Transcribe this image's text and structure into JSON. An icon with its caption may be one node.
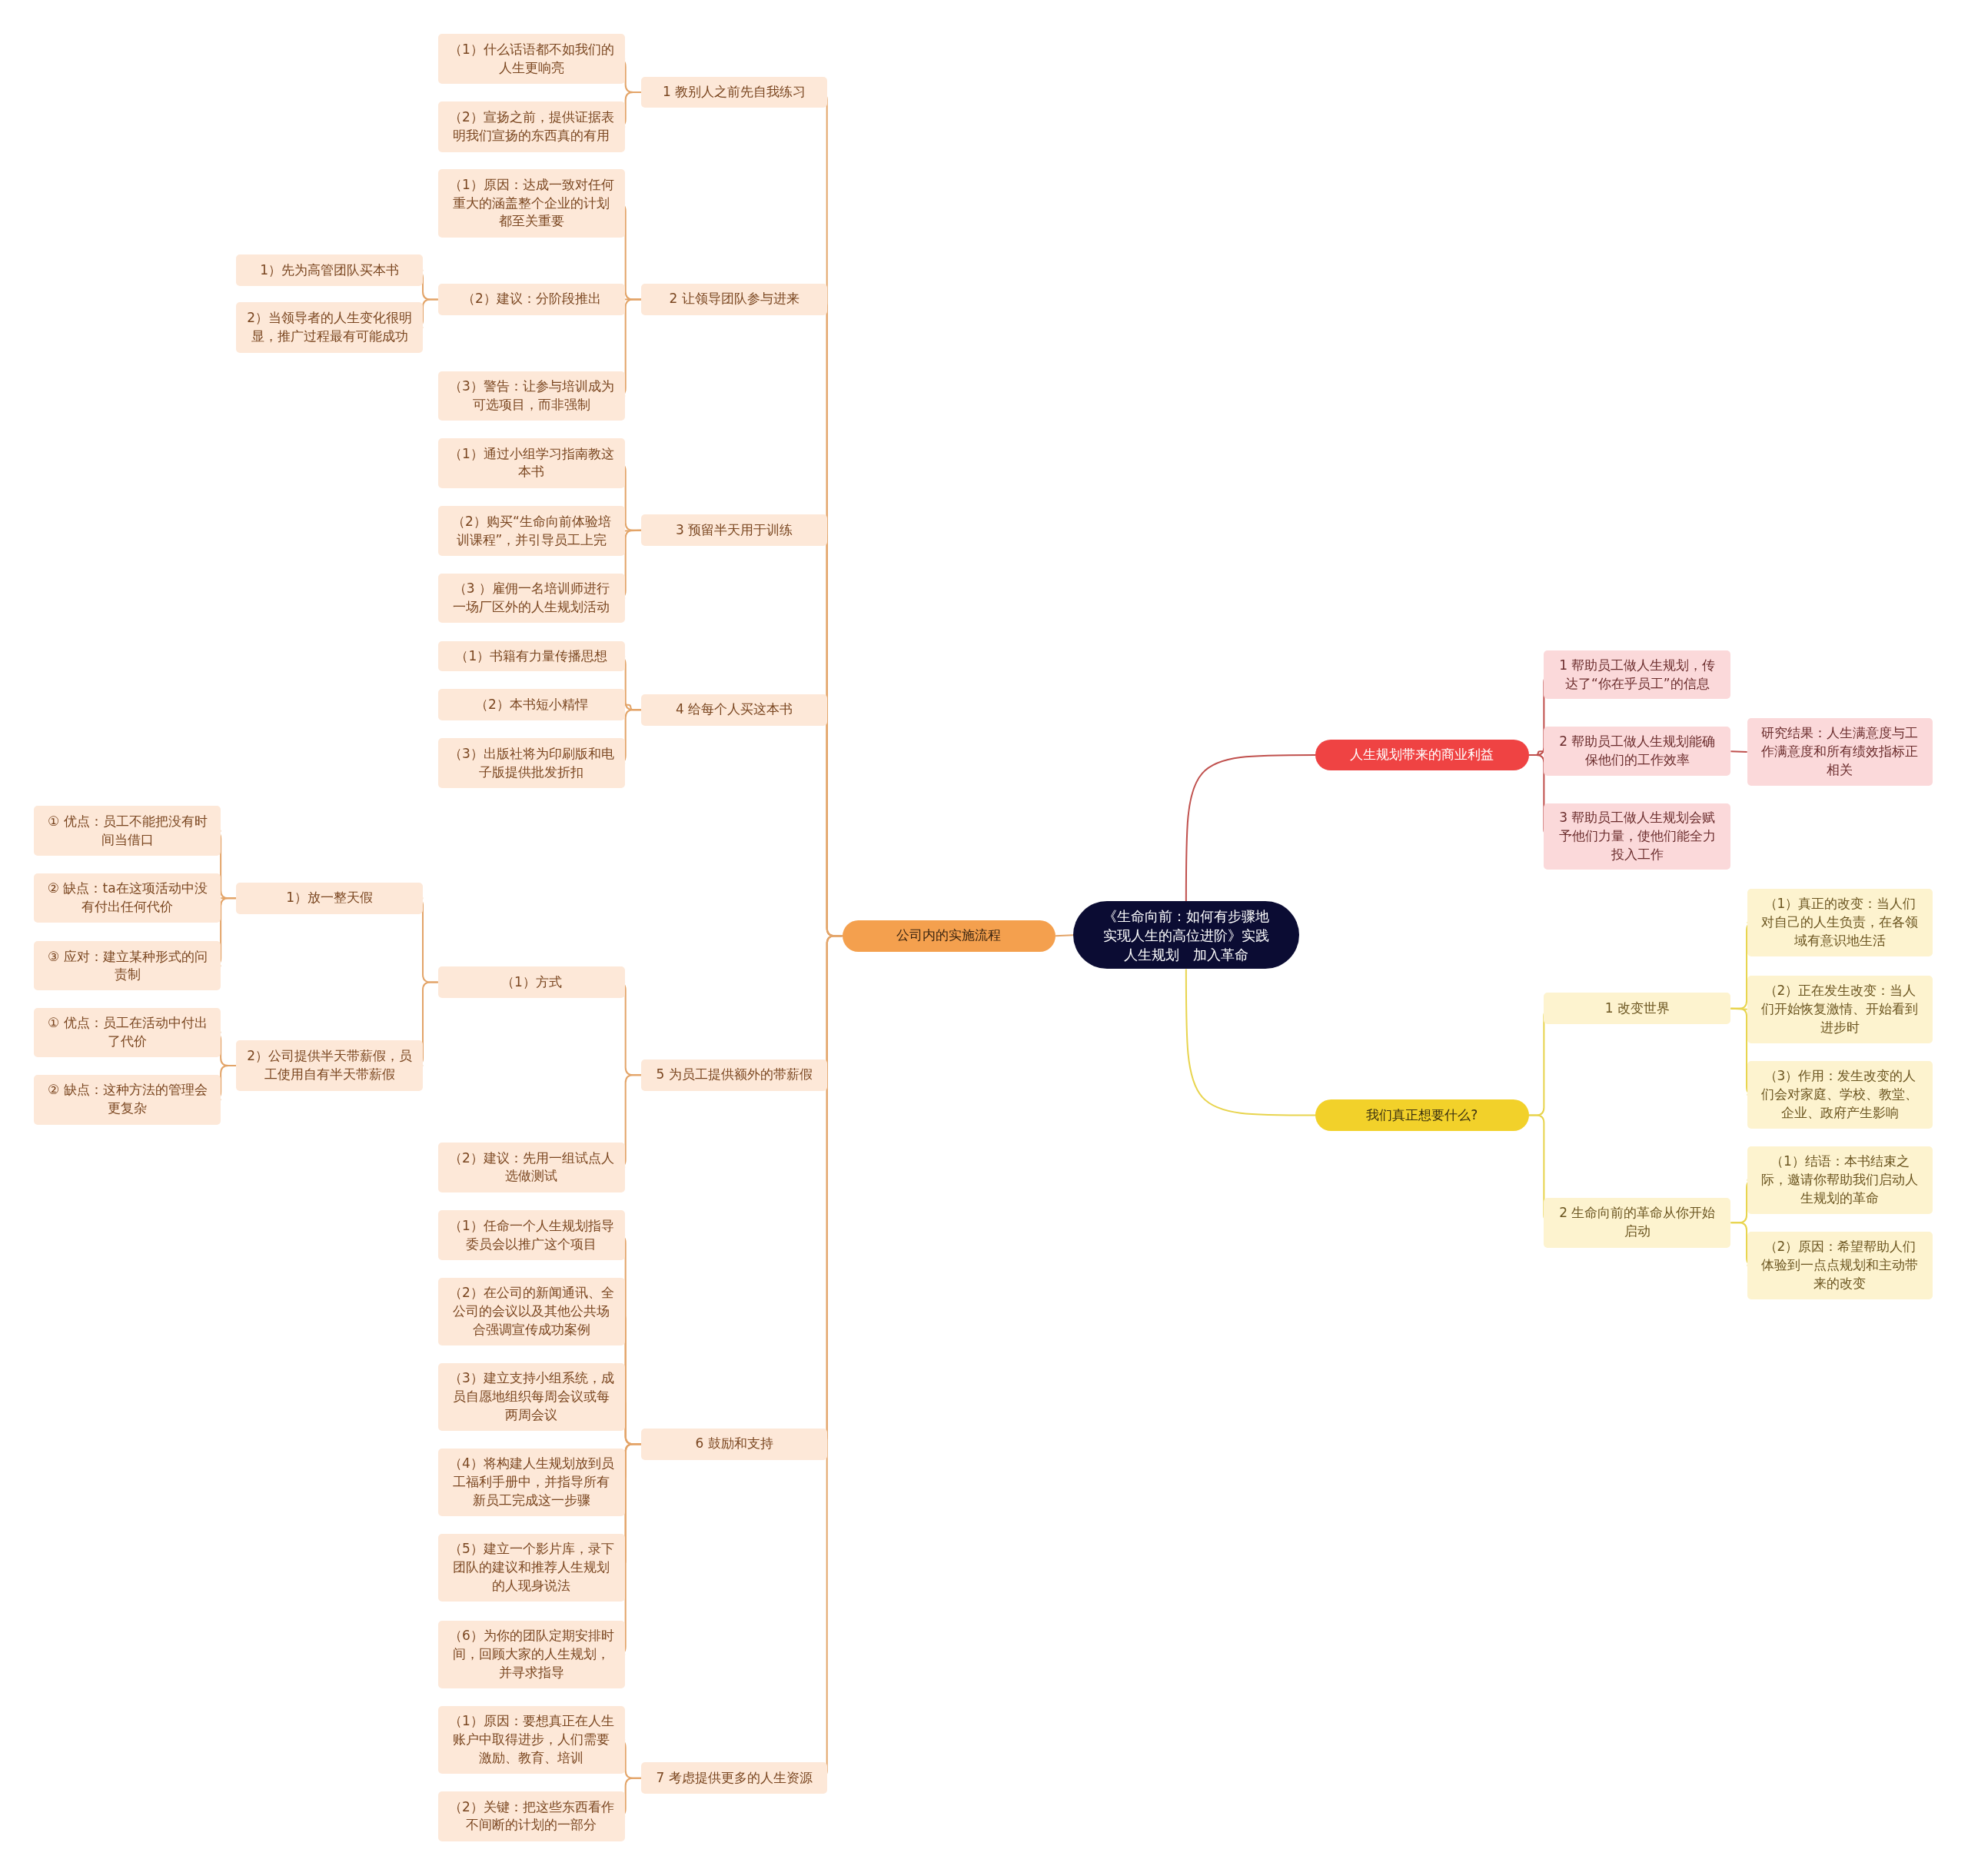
{
  "diagram": {
    "nodes": [
      {
        "text": [
          "《生命向前：如何有步骤地实现人生的高位进阶》实践人生规划　加入革命"
        ]
      },
      {
        "text": [
          "公司内的实施流程"
        ]
      },
      {
        "text": [
          "人生规划带来的商业利益"
        ]
      },
      {
        "text": [
          "我们真正想要什么?"
        ]
      },
      {
        "text": [
          "1 教别人之前先自我练习"
        ]
      },
      {
        "text": [
          "（1）什么话语都不如我们的人生更响亮"
        ]
      },
      {
        "text": [
          "（2）宣扬之前，提供证据表明我们宣扬的东西真的有用"
        ]
      },
      {
        "text": [
          "2 让领导团队参与进来"
        ]
      },
      {
        "text": [
          "（1）原因：达成一致对任何重大的涵盖整个企业的计划都至关重要"
        ]
      },
      {
        "text": [
          "（2）建议：分阶段推出"
        ]
      },
      {
        "text": [
          "1）先为高管团队买本书"
        ]
      },
      {
        "text": [
          "2）当领导者的人生变化很明显，推广过程最有可能成功"
        ]
      },
      {
        "text": [
          "（3）警告：让参与培训成为可选项目，而非强制"
        ]
      },
      {
        "text": [
          "3 预留半天用于训练"
        ]
      },
      {
        "text": [
          "（1）通过小组学习指南教这本书"
        ]
      },
      {
        "text": [
          "（2）购买“生命向前体验培训课程”，并引导员工上完"
        ]
      },
      {
        "text": [
          "（3 ）雇佣一名培训师进行一场厂区外的人生规划活动"
        ]
      },
      {
        "text": [
          "4 给每个人买这本书"
        ]
      },
      {
        "text": [
          "（1）书籍有力量传播思想"
        ]
      },
      {
        "text": [
          "（2）本书短小精悍"
        ]
      },
      {
        "text": [
          "（3）出版社将为印刷版和电子版提供批发折扣"
        ]
      },
      {
        "text": [
          "5 为员工提供额外的带薪假"
        ]
      },
      {
        "text": [
          "（1）方式"
        ]
      },
      {
        "text": [
          "1）放一整天假"
        ]
      },
      {
        "text": [
          "① 优点：员工不能把没有时间当借口"
        ]
      },
      {
        "text": [
          "② 缺点：ta在这项活动中没有付出任何代价"
        ]
      },
      {
        "text": [
          "③ 应对：建立某种形式的问责制"
        ]
      },
      {
        "text": [
          "2）公司提供半天带薪假，员工使用自有半天带薪假"
        ]
      },
      {
        "text": [
          "① 优点：员工在活动中付出了代价"
        ]
      },
      {
        "text": [
          "② 缺点：这种方法的管理会更复杂"
        ]
      },
      {
        "text": [
          "（2）建议：先用一组试点人选做测试"
        ]
      },
      {
        "text": [
          "6 鼓励和支持"
        ]
      },
      {
        "text": [
          "（1）任命一个人生规划指导委员会以推广这个项目"
        ]
      },
      {
        "text": [
          "（2）在公司的新闻通讯、全公司的会议以及其他公共场合强调宣传成功案例"
        ]
      },
      {
        "text": [
          "（3）建立支持小组系统，成员自愿地组织每周会议或每两周会议"
        ]
      },
      {
        "text": [
          "（4）将构建人生规划放到员工福利手册中，并指导所有新员工完成这一步骤"
        ]
      },
      {
        "text": [
          "（5）建立一个影片库，录下团队的建议和推荐人生规划的人现身说法"
        ]
      },
      {
        "text": [
          "（6）为你的团队定期安排时间，回顾大家的人生规划，并寻求指导"
        ]
      },
      {
        "text": [
          "7 考虑提供更多的人生资源"
        ]
      },
      {
        "text": [
          "（1）原因：要想真正在人生账户中取得进步，人们需要激励、教育、培训"
        ]
      },
      {
        "text": [
          "（2）关键：把这些东西看作不间断的计划的一部分"
        ]
      },
      {
        "text": [
          "1 帮助员工做人生规划，传达了“你在乎员工”的信息"
        ]
      },
      {
        "text": [
          "2 帮助员工做人生规划能确保他们的工作效率"
        ]
      },
      {
        "text": [
          "研究结果：人生满意度与工作满意度和所有绩效指标正相关"
        ]
      },
      {
        "text": [
          "3 帮助员工做人生规划会赋予他们力量，使他们能全力投入工作"
        ]
      },
      {
        "text": [
          "1 改变世界"
        ]
      },
      {
        "text": [
          "（1）真正的改变：当人们对自己的人生负责，在各领域有意识地生活"
        ]
      },
      {
        "text": [
          "（2）正在发生改变：当人们开始恢复激情、开始看到进步时"
        ]
      },
      {
        "text": [
          "（3）作用：发生改变的人们会对家庭、学校、教堂、企业、政府产生影响"
        ]
      },
      {
        "text": [
          "2 生命向前的革命从你开始启动"
        ]
      },
      {
        "text": [
          "（1）结语：本书结束之际，邀请你帮助我们启动人生规划的革命"
        ]
      },
      {
        "text": [
          "（2）原因：希望帮助人们体验到一点点规划和主动带来的改变"
        ]
      }
    ],
    "edges": [
      {
        "from": 0,
        "to": 1,
        "arrow": "none"
      },
      {
        "from": 0,
        "to": 2,
        "arrow": "none",
        "color": "#c0504d"
      },
      {
        "from": 0,
        "to": 3,
        "arrow": "none",
        "color": "#e8d44d"
      },
      {
        "from": 1,
        "to": 4,
        "arrow": "none"
      },
      {
        "from": 4,
        "to": 5,
        "arrow": "none"
      },
      {
        "from": 4,
        "to": 6,
        "arrow": "none"
      },
      {
        "from": 1,
        "to": 7,
        "arrow": "none"
      },
      {
        "from": 7,
        "to": 8,
        "arrow": "none"
      },
      {
        "from": 7,
        "to": 9,
        "arrow": "none"
      },
      {
        "from": 9,
        "to": 10,
        "arrow": "none"
      },
      {
        "from": 9,
        "to": 11,
        "arrow": "none"
      },
      {
        "from": 7,
        "to": 12,
        "arrow": "none"
      },
      {
        "from": 1,
        "to": 13,
        "arrow": "none"
      },
      {
        "from": 13,
        "to": 14,
        "arrow": "none"
      },
      {
        "from": 13,
        "to": 15,
        "arrow": "none"
      },
      {
        "from": 13,
        "to": 16,
        "arrow": "none"
      },
      {
        "from": 1,
        "to": 17,
        "arrow": "none"
      },
      {
        "from": 17,
        "to": 18,
        "arrow": "none"
      },
      {
        "from": 17,
        "to": 19,
        "arrow": "none"
      },
      {
        "from": 17,
        "to": 20,
        "arrow": "none"
      },
      {
        "from": 1,
        "to": 21,
        "arrow": "none"
      },
      {
        "from": 21,
        "to": 22,
        "arrow": "none"
      },
      {
        "from": 22,
        "to": 23,
        "arrow": "none"
      },
      {
        "from": 23,
        "to": 24,
        "arrow": "none"
      },
      {
        "from": 23,
        "to": 25,
        "arrow": "none"
      },
      {
        "from": 23,
        "to": 26,
        "arrow": "none"
      },
      {
        "from": 22,
        "to": 27,
        "arrow": "none"
      },
      {
        "from": 27,
        "to": 28,
        "arrow": "none"
      },
      {
        "from": 27,
        "to": 29,
        "arrow": "none"
      },
      {
        "from": 21,
        "to": 30,
        "arrow": "none"
      },
      {
        "from": 1,
        "to": 31,
        "arrow": "none"
      },
      {
        "from": 31,
        "to": 32,
        "arrow": "none"
      },
      {
        "from": 31,
        "to": 33,
        "arrow": "none"
      },
      {
        "from": 31,
        "to": 34,
        "arrow": "none"
      },
      {
        "from": 31,
        "to": 35,
        "arrow": "none"
      },
      {
        "from": 31,
        "to": 36,
        "arrow": "none"
      },
      {
        "from": 31,
        "to": 37,
        "arrow": "none"
      },
      {
        "from": 1,
        "to": 38,
        "arrow": "none"
      },
      {
        "from": 38,
        "to": 39,
        "arrow": "none"
      },
      {
        "from": 38,
        "to": 40,
        "arrow": "none"
      },
      {
        "from": 2,
        "to": 41,
        "arrow": "none",
        "color": "#c0504d"
      },
      {
        "from": 2,
        "to": 42,
        "arrow": "none",
        "color": "#c0504d"
      },
      {
        "from": 42,
        "to": 43,
        "arrow": "none",
        "color": "#c0504d"
      },
      {
        "from": 2,
        "to": 44,
        "arrow": "none",
        "color": "#c0504d"
      },
      {
        "from": 3,
        "to": 45,
        "arrow": "none",
        "color": "#e8d44d"
      },
      {
        "from": 45,
        "to": 46,
        "arrow": "none",
        "color": "#e8d44d"
      },
      {
        "from": 45,
        "to": 47,
        "arrow": "none",
        "color": "#e8d44d"
      },
      {
        "from": 45,
        "to": 48,
        "arrow": "none",
        "color": "#e8d44d"
      },
      {
        "from": 3,
        "to": 49,
        "arrow": "none",
        "color": "#e8d44d"
      },
      {
        "from": 49,
        "to": 50,
        "arrow": "none",
        "color": "#e8d44d"
      },
      {
        "from": 49,
        "to": 51,
        "arrow": "none",
        "color": "#e8d44d"
      }
    ]
  }
}
